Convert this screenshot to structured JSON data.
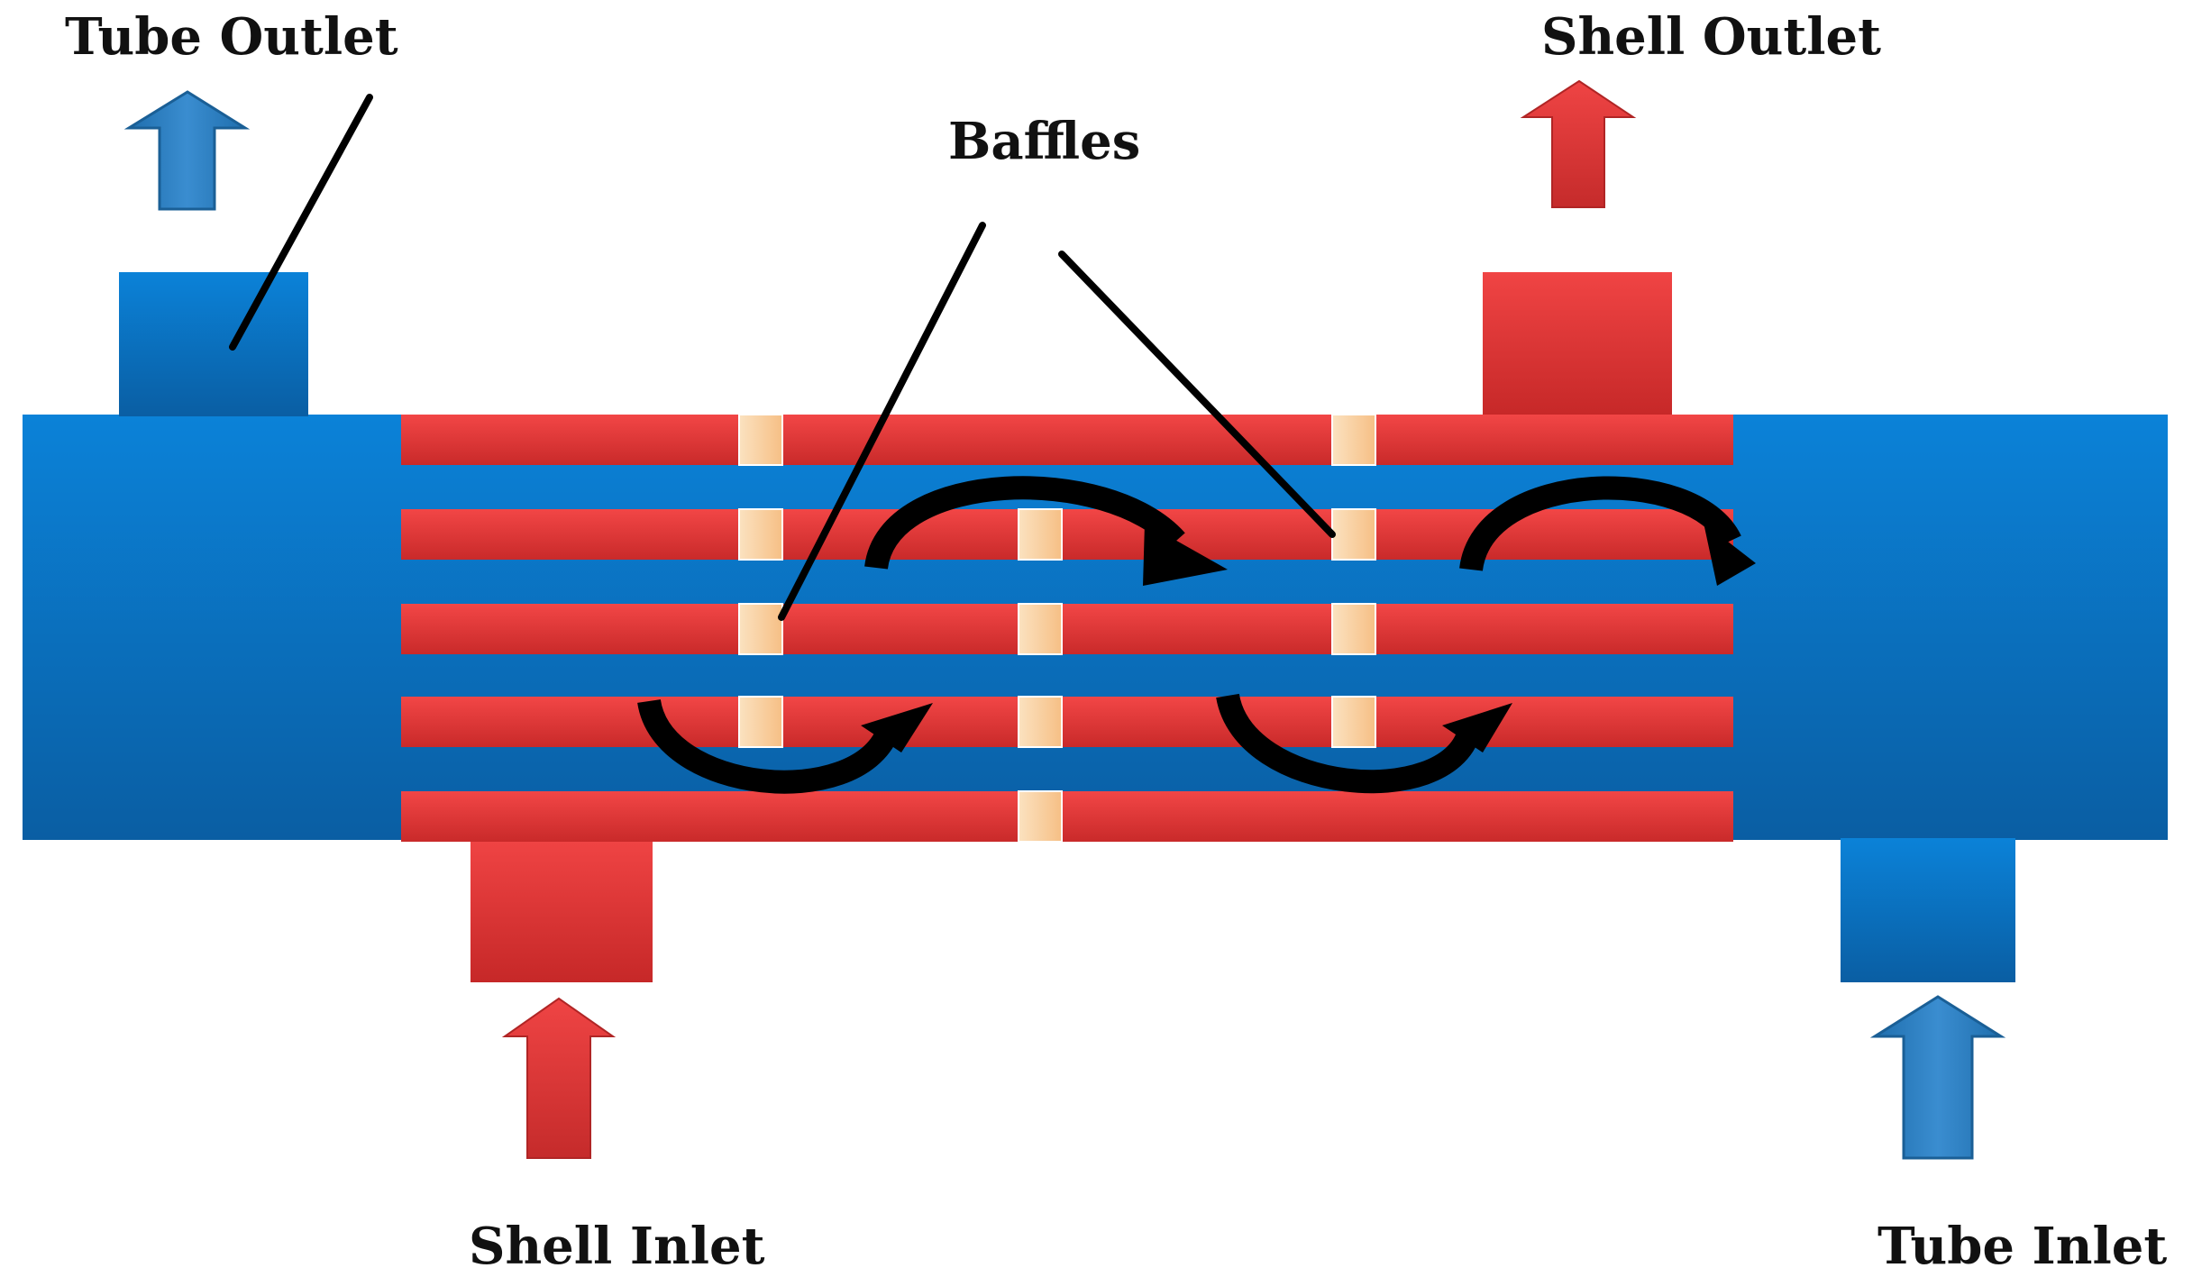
{
  "labels": {
    "tube_outlet": "Tube Outlet",
    "shell_outlet": "Shell Outlet",
    "baffles": "Baffles",
    "shell_inlet": "Shell Inlet",
    "tube_inlet": "Tube Inlet"
  },
  "colors": {
    "shell_blue_top": "#0b7fd4",
    "shell_blue_bottom": "#0a5fa6",
    "tube_red_top": "#ef3b3b",
    "tube_red_bottom": "#c92a2a",
    "baffle": "#fcd9a8",
    "arrow_blue": "#2f7fc0",
    "arrow_red": "#e04040",
    "line": "#000000"
  }
}
